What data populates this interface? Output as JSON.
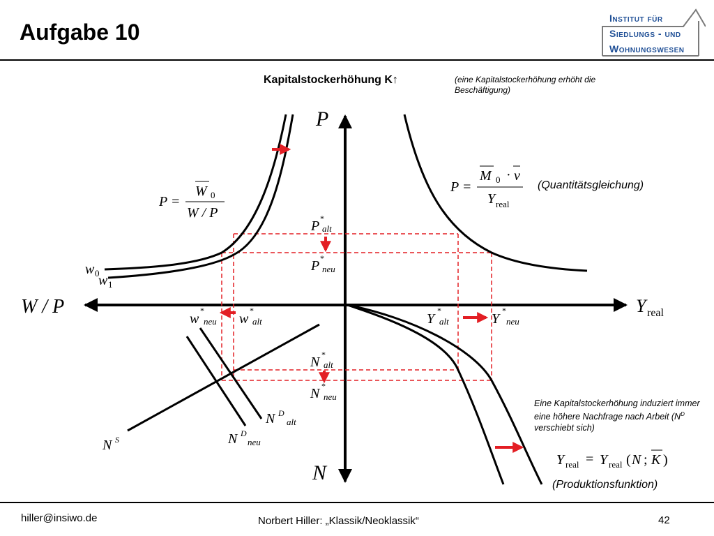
{
  "slide": {
    "title": "Aufgabe 10",
    "heading": "Kapitalstockerhöhung K↑",
    "heading_note": "(eine Kapitalstockerhöhung erhöht die Beschäftigung)"
  },
  "logo": {
    "line1": "Institut für",
    "line2": "Siedlungs - und",
    "line3": "Wohnungswesen",
    "color": "#1f4f96"
  },
  "axes": {
    "p": "P",
    "n": "N",
    "wp": "W / P",
    "y": "Y",
    "y_sub": "real"
  },
  "curves": {
    "w0": "w",
    "w0_sub": "0",
    "w1": "w",
    "w1_sub": "1",
    "ns": "N",
    "ns_sup": "S",
    "nd_alt": "N",
    "nd_alt_sup": "D",
    "nd_alt_sub": "alt",
    "nd_neu": "N",
    "nd_neu_sup": "D",
    "nd_neu_sub": "neu"
  },
  "equilibrium": {
    "p_alt": "P",
    "p_alt_sub": "alt",
    "p_neu": "P",
    "p_neu_sub": "neu",
    "w_neu": "w",
    "w_neu_sub": "neu",
    "w_alt": "w",
    "w_alt_sub": "alt",
    "y_alt": "Y",
    "y_alt_sub": "alt",
    "y_neu": "Y",
    "y_neu_sub": "neu",
    "n_alt": "N",
    "n_alt_sub": "alt",
    "n_neu": "N",
    "n_neu_sub": "neu",
    "star": "*"
  },
  "formulas": {
    "wage_lhs": "P =",
    "wage_num": "W",
    "wage_num_sub": "0",
    "wage_den": "W / P",
    "qty_lhs": "P =",
    "qty_num_m": "M",
    "qty_num_sub": "0",
    "qty_num_dot": "·",
    "qty_num_v": "v",
    "qty_den": "Y",
    "qty_den_sub": "real",
    "prod_y": "Y",
    "prod_sub": "real",
    "prod_eq": "=",
    "prod_args_open": "(",
    "prod_n": "N",
    "prod_sep": ";",
    "prod_k": "K",
    "prod_args_close": ")"
  },
  "labels": {
    "quantity_equation": "(Quantitätsgleichung)",
    "production_function": "(Produktionsfunktion)",
    "annotation_main": "Eine Kapitalstockerhöhung induziert immer eine höhere Nachfrage nach Arbeit (N",
    "annotation_sup": "D",
    "annotation_end": " verschiebt sich)"
  },
  "footer": {
    "email": "hiller@insiwo.de",
    "center": "Norbert Hiller: „Klassik/Neoklassik“",
    "page": "42"
  },
  "colors": {
    "axis": "#000000",
    "shift_arrow": "#e31e24",
    "guide_dash": "#e31e24"
  }
}
